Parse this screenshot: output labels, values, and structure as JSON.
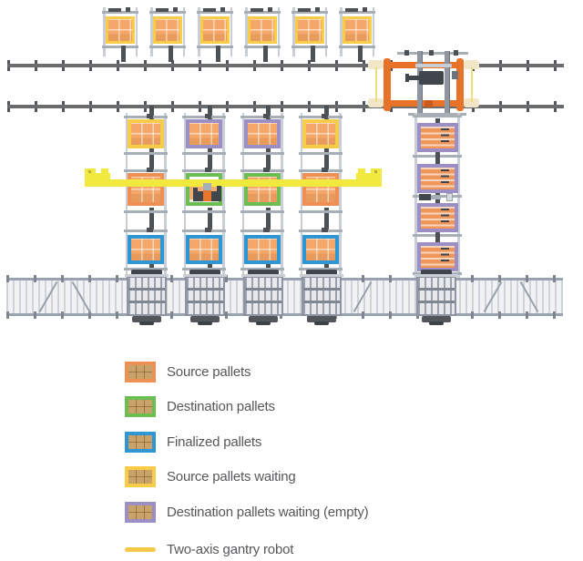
{
  "palette": {
    "source": "#EE8F53",
    "destination": "#6CBE53",
    "finalized": "#2E96D3",
    "waiting": "#F7CC48",
    "empty_waiting": "#9C8FC6",
    "gantry_bar": "#F2E93F",
    "gantry_line": "#F6C94B",
    "pallet_fill": "#F4A768",
    "crate_fill": "#C8A269",
    "stack_fill": "#EF975B",
    "rail": "#6A6B6D",
    "rail_tie": "#515459",
    "frame_light": "#C9CED6",
    "frame_mid": "#A8AEB6",
    "frame_dark": "#4C5156",
    "robot_orange": "#E87227",
    "cream": "#F1E7C8",
    "machine_dark": "#41464C",
    "machine_orange": "#E8752C",
    "machine_silver": "#A8AEB5",
    "conveyor_edge": "#99A3AF",
    "text": "#57575B"
  },
  "diagram": {
    "description": "Automated palletizing cell with rail-mounted gantry robot, buffer columns and conveyor",
    "top_row": {
      "pallet_type": "waiting",
      "count": 6
    },
    "grid_rows": [
      {
        "name": "row-1",
        "types": [
          "waiting",
          "empty_waiting",
          "empty_waiting",
          "waiting"
        ]
      },
      {
        "name": "row-2",
        "types": [
          "source",
          "robot_station",
          "destination",
          "source"
        ]
      },
      {
        "name": "row-3",
        "types": [
          "finalized",
          "finalized",
          "finalized",
          "finalized"
        ]
      }
    ],
    "right_stack": {
      "pallet_type": "empty_waiting",
      "count": 4
    },
    "rails": {
      "count": 2
    },
    "stations": {
      "count": 5
    }
  },
  "legend": {
    "items": [
      {
        "label": "Source pallets",
        "type": "source"
      },
      {
        "label": "Destination pallets",
        "type": "destination"
      },
      {
        "label": "Finalized pallets",
        "type": "finalized"
      },
      {
        "label": "Source pallets waiting",
        "type": "waiting"
      },
      {
        "label": "Destination pallets waiting (empty)",
        "type": "empty_waiting"
      },
      {
        "label": "Two-axis gantry robot",
        "type": "gantry_line"
      }
    ]
  }
}
